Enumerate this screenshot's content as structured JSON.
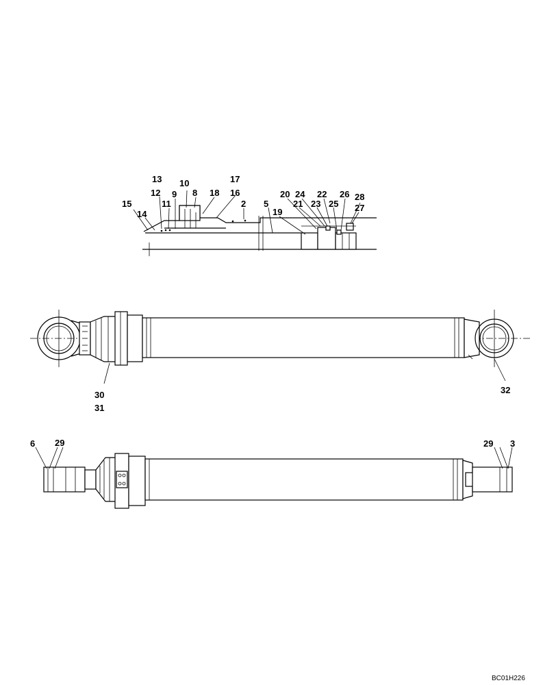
{
  "section_labels": [
    "13",
    "12",
    "10",
    "9",
    "8",
    "17",
    "16",
    "18",
    "11",
    "2",
    "15",
    "14",
    "5",
    "19",
    "20",
    "24",
    "22",
    "26",
    "28",
    "21",
    "23",
    "25",
    "27"
  ],
  "top_view_labels": [
    "30",
    "31",
    "32"
  ],
  "side_view_labels": [
    "6",
    "29",
    "29",
    "3"
  ],
  "drawing_code": "BC01H226"
}
